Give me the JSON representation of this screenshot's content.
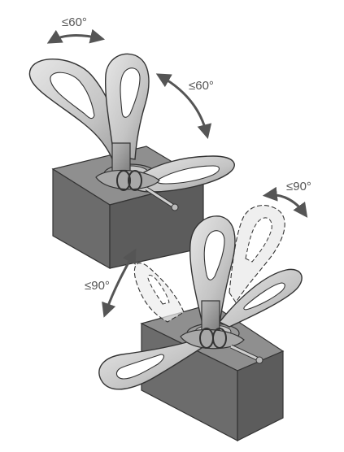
{
  "labels": {
    "top_swing": "≤60°",
    "top_tilt": "≤60°",
    "bottom_swing": "≤90°",
    "bottom_tilt": "≤90°"
  },
  "colors": {
    "block_front": "#6c6c6c",
    "block_top": "#8f8f8f",
    "block_side": "#5b5b5b",
    "metal_light": "#d8d8d8",
    "metal_mid": "#b4b4b4",
    "metal_dark": "#7a7a7a",
    "outline": "#333333",
    "arrow": "#555555",
    "text": "#555555"
  }
}
